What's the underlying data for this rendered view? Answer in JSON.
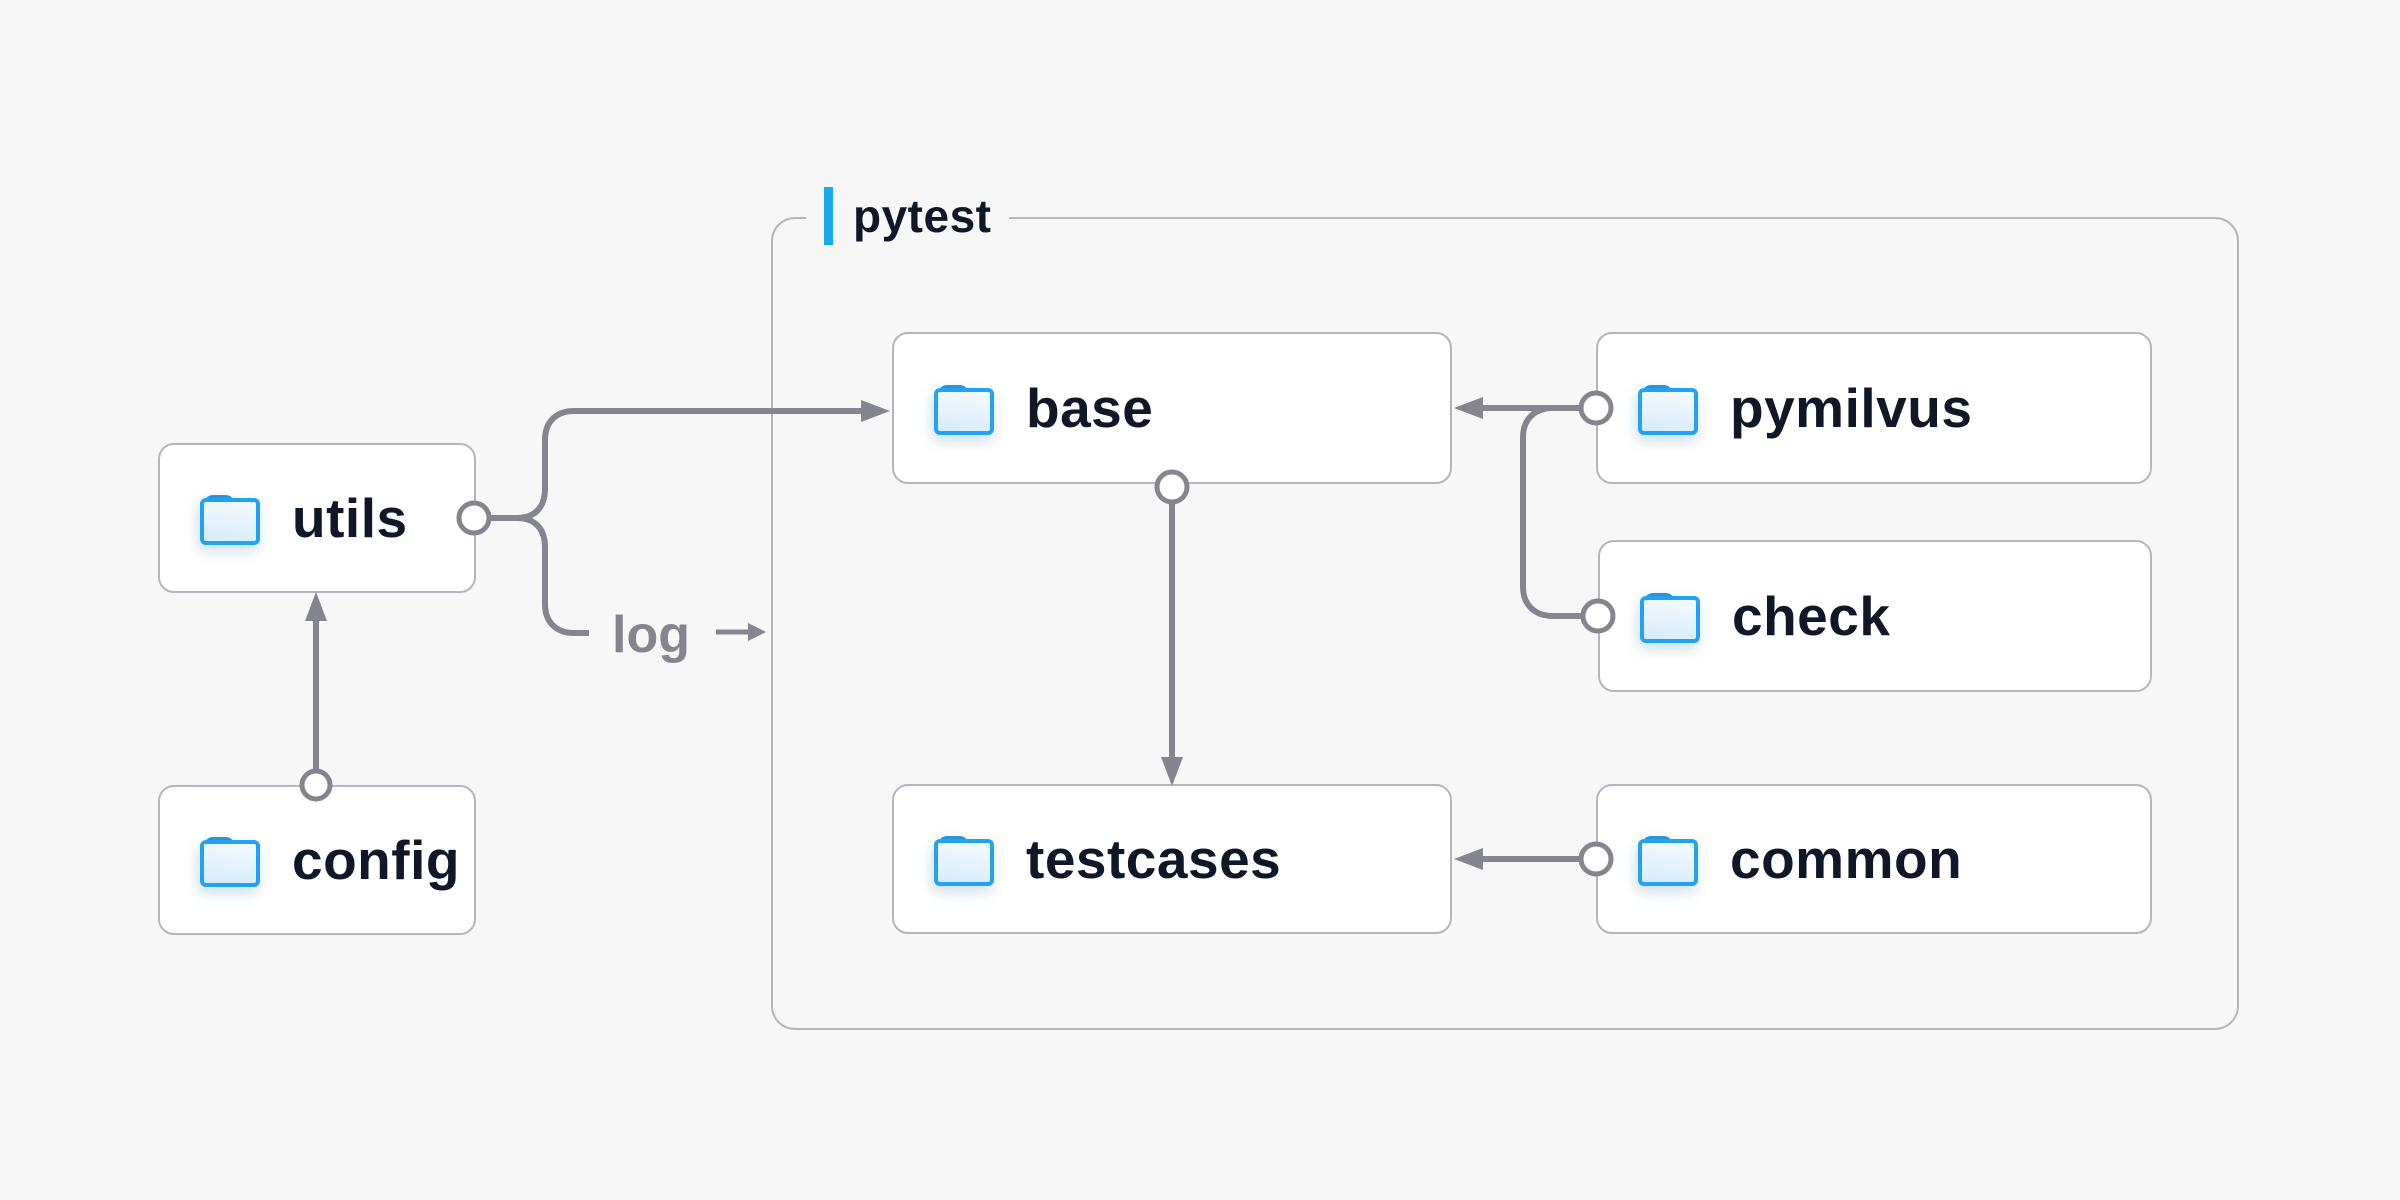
{
  "diagram": {
    "container": {
      "label": "pytest",
      "accent_bar_color": "#18a9ee"
    },
    "nodes": {
      "utils": {
        "label": "utils",
        "icon": "folder-icon"
      },
      "config": {
        "label": "config",
        "icon": "folder-icon"
      },
      "base": {
        "label": "base",
        "icon": "folder-icon"
      },
      "pymilvus": {
        "label": "pymilvus",
        "icon": "folder-icon"
      },
      "check": {
        "label": "check",
        "icon": "folder-icon"
      },
      "testcases": {
        "label": "testcases",
        "icon": "folder-icon"
      },
      "common": {
        "label": "common",
        "icon": "folder-icon"
      }
    },
    "edges": [
      {
        "from": "config",
        "to": "utils",
        "from_terminal": "circle",
        "to_terminal": "arrow",
        "label": ""
      },
      {
        "from": "utils",
        "to": "base",
        "from_terminal": "circle",
        "to_terminal": "arrow",
        "label": ""
      },
      {
        "from": "utils",
        "to": "pytest-container",
        "from_terminal": "circle",
        "to_terminal": "arrow",
        "label": "log"
      },
      {
        "from": "pymilvus",
        "to": "base",
        "from_terminal": "circle",
        "to_terminal": "arrow",
        "label": ""
      },
      {
        "from": "check",
        "to": "base",
        "from_terminal": "circle",
        "to_terminal": "arrow",
        "label": ""
      },
      {
        "from": "base",
        "to": "testcases",
        "from_terminal": "circle",
        "to_terminal": "arrow",
        "label": ""
      },
      {
        "from": "common",
        "to": "testcases",
        "from_terminal": "circle",
        "to_terminal": "arrow",
        "label": ""
      }
    ],
    "annotations": {
      "log_label": "log"
    },
    "colors": {
      "background": "#f7f7f8",
      "node_fill": "#ffffff",
      "node_border": "#b5b5be",
      "container_border": "#b5b5be",
      "connector": "#85858f",
      "label_text": "#101828",
      "annotation_text": "#85858f",
      "accent_blue": "#18a9ee",
      "folder_stroke": "#21a3f1",
      "folder_tab": "#2b93d8",
      "folder_fill_top": "#f2f9fe",
      "folder_fill_bottom": "#d3eafb"
    }
  }
}
